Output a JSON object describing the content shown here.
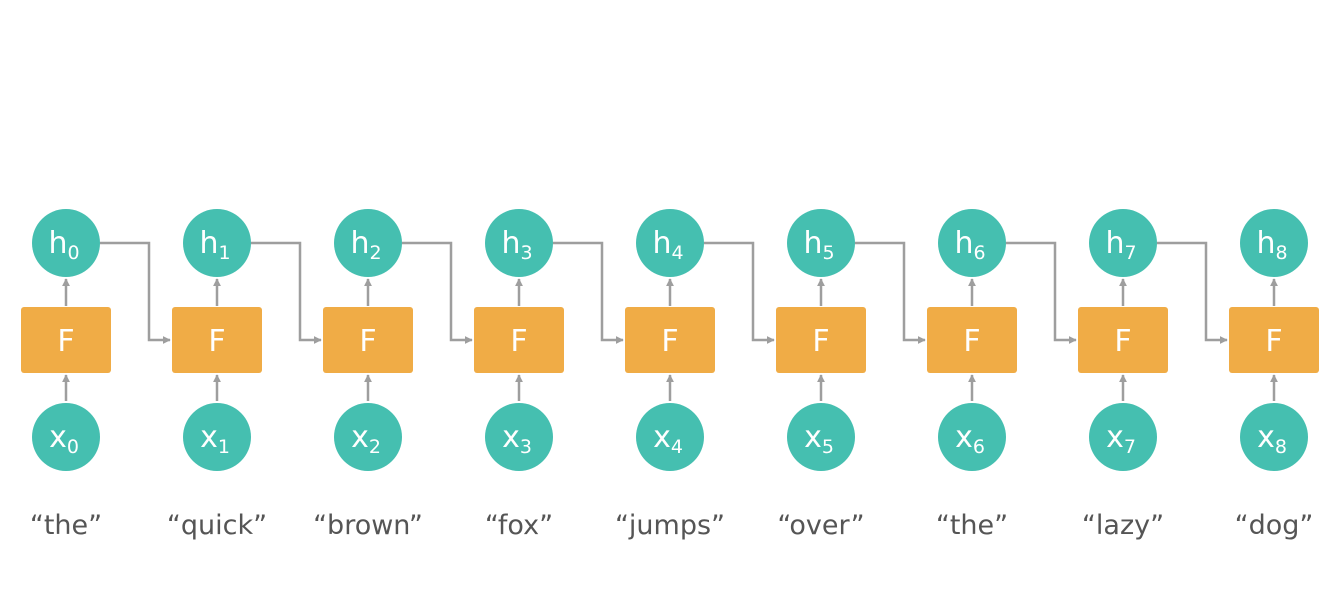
{
  "colors": {
    "node": "#45BFB0",
    "block": "#F0AC46",
    "arrow": "#9E9E9E",
    "node_text": "#FFFFFF",
    "word_text": "#555555"
  },
  "block_label": "F",
  "steps": [
    {
      "h": "h",
      "h_sub": "0",
      "x": "x",
      "x_sub": "0",
      "word": "“the”"
    },
    {
      "h": "h",
      "h_sub": "1",
      "x": "x",
      "x_sub": "1",
      "word": "“quick”"
    },
    {
      "h": "h",
      "h_sub": "2",
      "x": "x",
      "x_sub": "2",
      "word": "“brown”"
    },
    {
      "h": "h",
      "h_sub": "3",
      "x": "x",
      "x_sub": "3",
      "word": "“fox”"
    },
    {
      "h": "h",
      "h_sub": "4",
      "x": "x",
      "x_sub": "4",
      "word": "“jumps”"
    },
    {
      "h": "h",
      "h_sub": "5",
      "x": "x",
      "x_sub": "5",
      "word": "“over”"
    },
    {
      "h": "h",
      "h_sub": "6",
      "x": "x",
      "x_sub": "6",
      "word": "“the”"
    },
    {
      "h": "h",
      "h_sub": "7",
      "x": "x",
      "x_sub": "7",
      "word": "“lazy”"
    },
    {
      "h": "h",
      "h_sub": "8",
      "x": "x",
      "x_sub": "8",
      "word": "“dog”"
    }
  ]
}
